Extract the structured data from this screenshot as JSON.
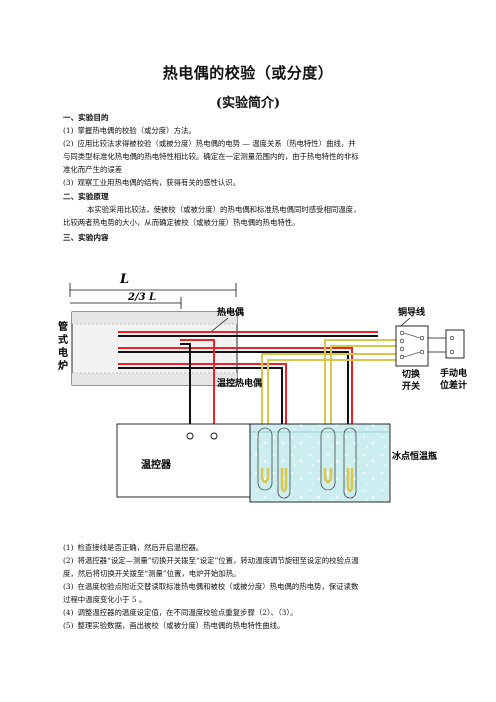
{
  "document": {
    "title": "热电偶的校验（或分度）",
    "subtitle": "(实验简介)",
    "section1": {
      "heading": "一、实验目的",
      "items": [
        {
          "num": "(1)",
          "text": "掌握热电偶的校验（或分度）方法。"
        },
        {
          "num": "(2)",
          "text": "应用比较法求得被校验（或被分度）热电偶的电势 — 温度关系（热电特性）曲线，并"
        },
        {
          "num": "",
          "text": "与同类型标准化热电偶的热电特性相比较。确定在一定测量范围内的，由于热电特性的非标"
        },
        {
          "num": "",
          "text": "准化而产生的误差"
        },
        {
          "num": "(3)",
          "text": "观察工业用热电偶的结构，获得有关的感性认识。"
        }
      ]
    },
    "section2": {
      "heading": "二、实验原理",
      "lines": [
        "本实验采用比较法，使被校（或被分度）的热电偶和标准热电偶同时感受相同温度，",
        "比较两者热电势的大小，从而确定被校（或被分度）热电偶的热电特性。"
      ]
    },
    "section3": {
      "heading": "三、实验内容"
    },
    "diagram": {
      "length_label": "L",
      "fraction_label": "2/3 L",
      "furnace_label": [
        "管",
        "式",
        "电",
        "炉"
      ],
      "thermocouple_label": "热电偶",
      "control_thermocouple_label": "温控热电偶",
      "controller_label": "温控器",
      "copper_wire_label": "铜导线",
      "switch_label": [
        "切换",
        "开关"
      ],
      "potentiometer_label": [
        "手动电",
        "位差计"
      ],
      "ice_bath_label": "冰点恒温瓶"
    },
    "steps": [
      {
        "num": "(1)",
        "text": "检查接线是否正确，然后开启温控器。"
      },
      {
        "num": "(2)",
        "text": "将温控器“设定—测量”切换开关拨至“设定”位置，转动温度调节旋钮至设定的校验点温"
      },
      {
        "num": "",
        "text": "度，然后将切换开关拨至“测量”位置，电炉开始加热。"
      },
      {
        "num": "(3)",
        "text": "在温度校验点附近交替读取标准热电偶和被校（或被分度）热电偶的热电势，保证读数"
      },
      {
        "num": "",
        "text": "过程中温度变化小于    5       。"
      },
      {
        "num": "(4)",
        "text": "调整温控器的温度设定值，在不同温度校验点重复步骤（2）、（3）。"
      },
      {
        "num": "(5)",
        "text": "整理实验数据，画出被校（或被分度）热电偶的热电特性曲线。"
      }
    ],
    "colors": {
      "red_wire": "#e8232a",
      "black_wire": "#111111",
      "yellow_wire": "#d9c64a",
      "ice_water": "#cdeef0",
      "furnace_fill": "#f2f2f2"
    }
  }
}
